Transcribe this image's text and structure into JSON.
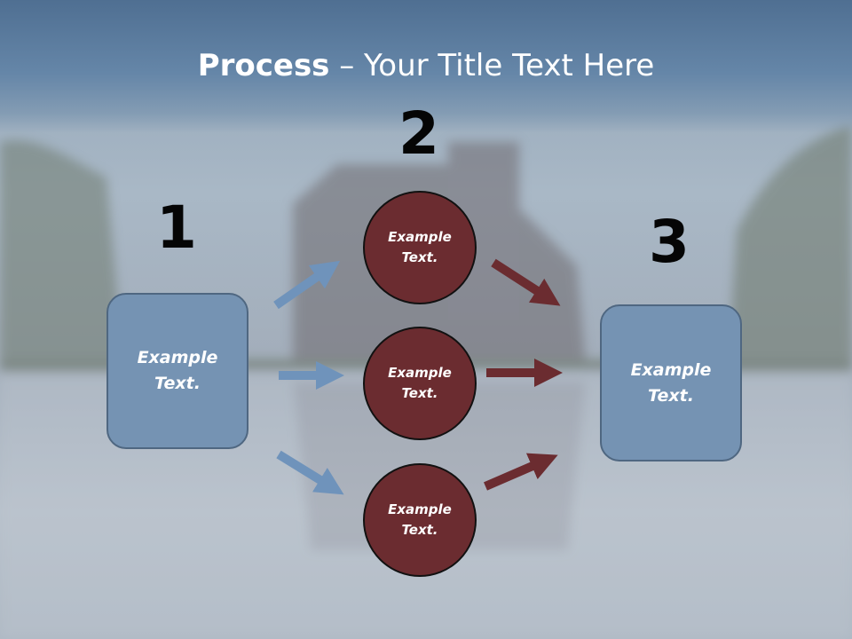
{
  "slide": {
    "title_bold": "Process",
    "title_rest": " – Your Title Text Here",
    "step_numbers": [
      "1",
      "2",
      "3"
    ],
    "left_box": "Example Text.",
    "circles": [
      "Example Text.",
      "Example Text.",
      "Example Text."
    ],
    "right_box": "Example Text.",
    "colors": {
      "title_bar": "#5a7a9e",
      "box_fill": "#7593b3",
      "circle_fill": "#6b2c30",
      "blue_arrow": "#6f93bb",
      "red_arrow": "#6b2c30"
    }
  }
}
